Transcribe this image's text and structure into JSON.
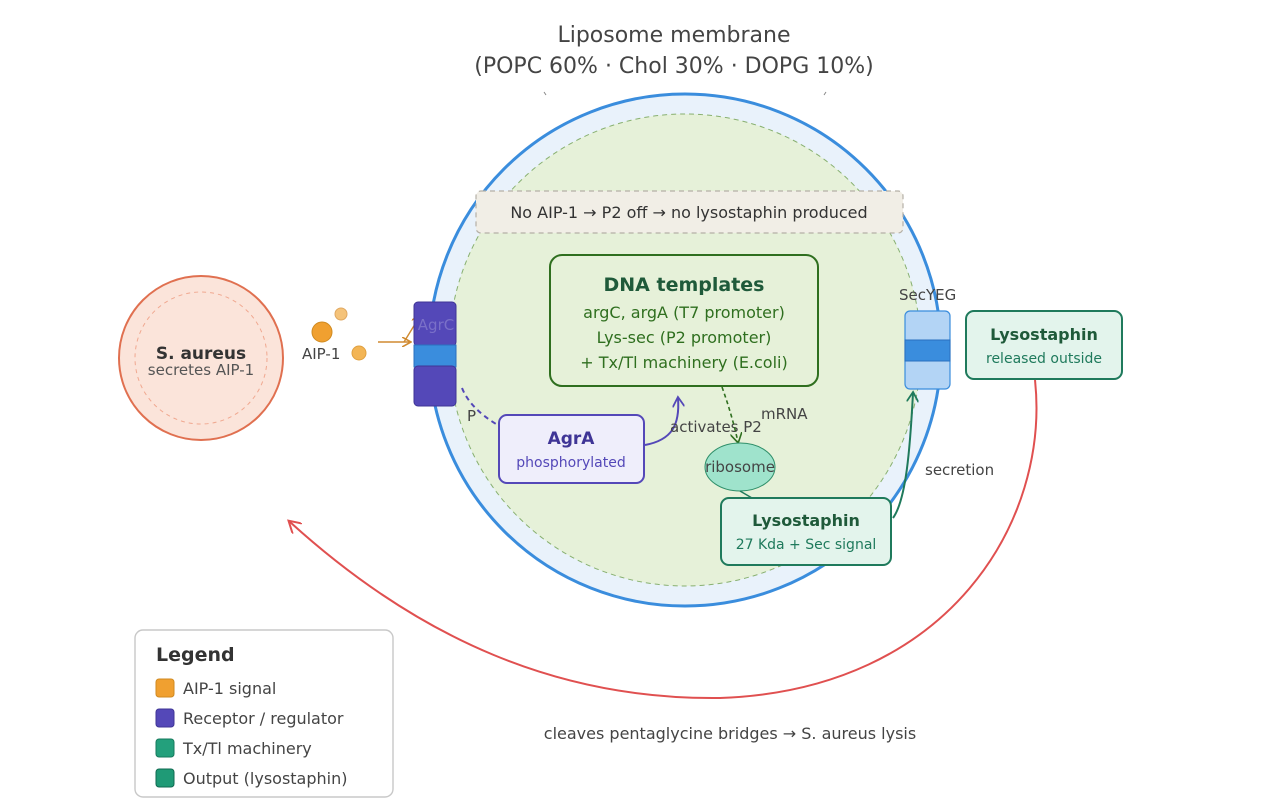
{
  "title": {
    "line1": "Liposome membrane",
    "line2": "(POPC 60% · Chol 30% · DOPG 10%)"
  },
  "cell": {
    "name": "S. aureus",
    "sub": "secretes AIP-1"
  },
  "signal": {
    "label": "AIP-1"
  },
  "receptor": {
    "label": "AgrC",
    "p_label": "P"
  },
  "status": {
    "text": "No AIP-1 → P2 off → no lysostaphin produced"
  },
  "dna": {
    "title": "DNA templates",
    "line1": "argC, argA (T7 promoter)",
    "line2": "Lys-sec (P2 promoter)",
    "line3": "+ Tx/Tl machinery (E.coli)"
  },
  "agra": {
    "title": "AgrA",
    "sub": "phosphorylated"
  },
  "activates": {
    "label": "activates P2"
  },
  "mrna": {
    "label": "mRNA"
  },
  "ribosome": {
    "label": "ribosome"
  },
  "lyso_inner": {
    "title": "Lysostaphin",
    "sub": "27 Kda + Sec signal"
  },
  "secyeg": {
    "label": "SecYEG"
  },
  "secretion": {
    "label": "secretion"
  },
  "lyso_out": {
    "title": "Lysostaphin",
    "sub": "released outside"
  },
  "cleave": {
    "text": "cleaves pentaglycine bridges → S. aureus lysis"
  },
  "legend": {
    "title": "Legend",
    "items": [
      {
        "label": "AIP-1 signal",
        "color": "#f0a030",
        "border": "#d08a20"
      },
      {
        "label": "Receptor / regulator",
        "color": "#5448b8",
        "border": "#3f3596"
      },
      {
        "label": "Tx/Tl machinery",
        "color": "#23a07c",
        "border": "#167a5c"
      },
      {
        "label": "Output (lysostaphin)",
        "color": "#1f9a76",
        "border": "#0f6a50"
      }
    ]
  },
  "colors": {
    "membrane": "#3a8ddd",
    "cell_fill": "#e6f1d9",
    "signal": "#f0a030",
    "receptor": "#5448b8",
    "dna": "#2f6f1f",
    "output": "#1f7a5c",
    "lysis_arrow": "#e05050",
    "cell_border": "#e07050"
  }
}
